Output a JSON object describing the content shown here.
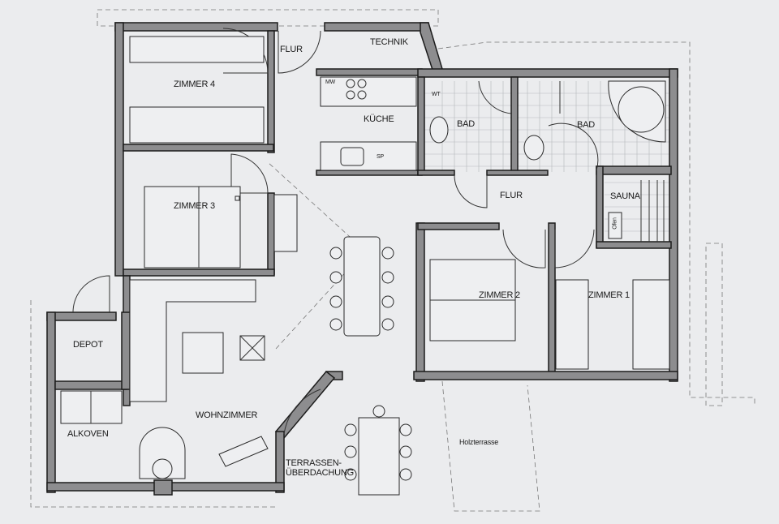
{
  "plan": {
    "rooms": {
      "zimmer4": "ZIMMER 4",
      "flur_top": "FLUR",
      "technik": "TECHNIK",
      "mw": "MW",
      "kueche": "KÜCHE",
      "sp": "SP",
      "wt": "WT",
      "bad1": "BAD",
      "bad2": "BAD",
      "zimmer3": "ZIMMER 3",
      "flur": "FLUR",
      "sauna": "SAUNA",
      "ofen": "Ofen",
      "zimmer2": "ZIMMER 2",
      "zimmer1": "ZIMMER 1",
      "depot": "DEPOT",
      "wohnzimmer": "WOHNZIMMER",
      "alkoven": "ALKOVEN",
      "terrassen_line1": "TERRASSEN-",
      "terrassen_line2": "ÜBERDACHUNG",
      "holzterrasse": "Holzterrasse"
    },
    "colors": {
      "wall": "#8d8d8f",
      "line": "#1c1c1c",
      "paper": "#ebecee"
    }
  }
}
